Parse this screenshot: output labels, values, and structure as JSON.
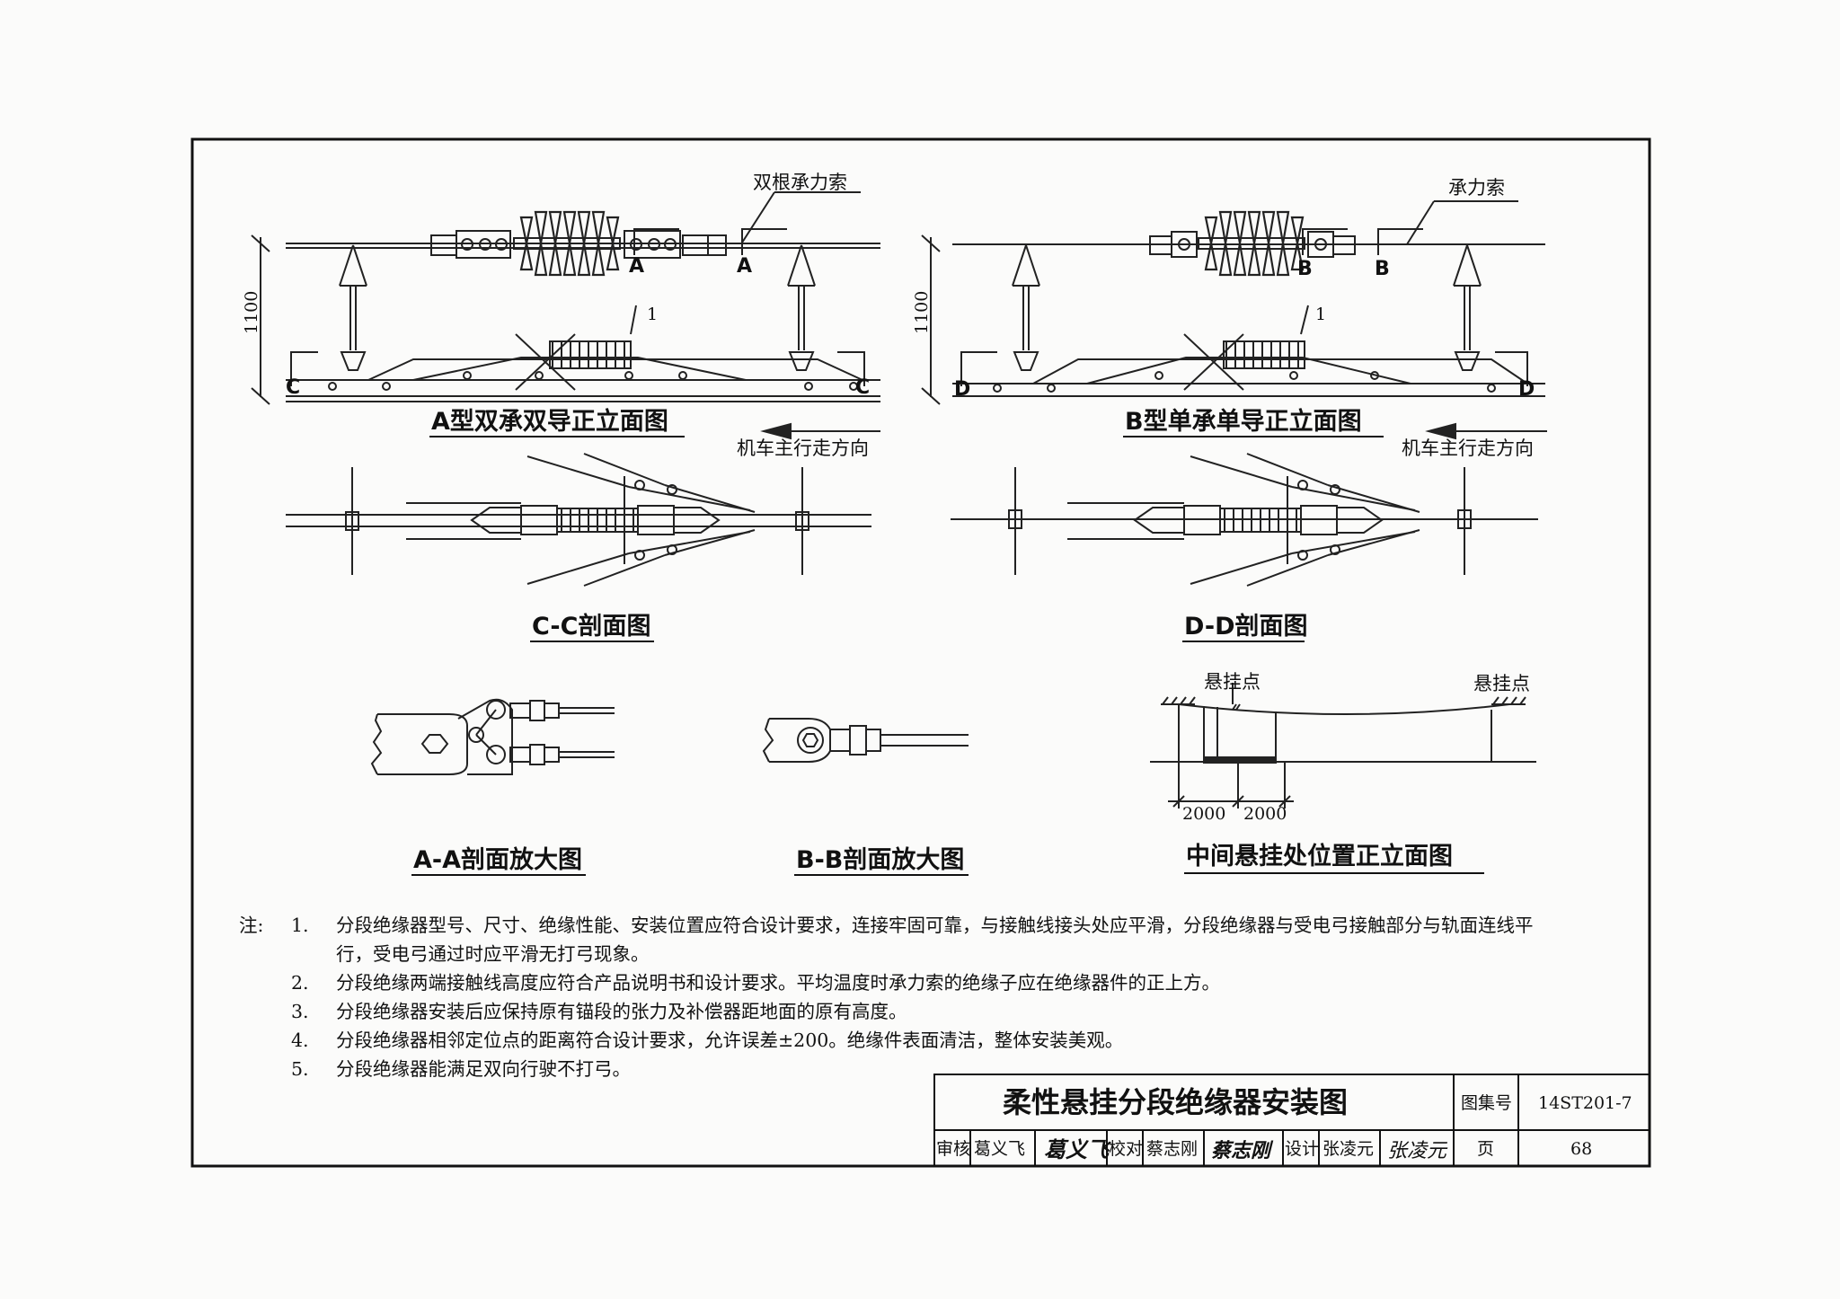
{
  "views": {
    "a_elevation": {
      "title": "A型双承双导正立面图",
      "cable_label": "双根承力索",
      "dim": "1100",
      "part_no": "1",
      "sec_mark": "A",
      "sec_c": "C",
      "direction": "机车主行走方向"
    },
    "b_elevation": {
      "title": "B型单承单导正立面图",
      "cable_label": "承力索",
      "dim": "1100",
      "part_no": "1",
      "sec_mark": "B",
      "sec_d": "D",
      "direction": "机车主行走方向"
    },
    "cc_title": "C-C剖面图",
    "dd_title": "D-D剖面图",
    "aa_title": "A-A剖面放大图",
    "bb_title": "B-B剖面放大图",
    "middle": {
      "title": "中间悬挂处位置正立面图",
      "point_left": "悬挂点",
      "point_right": "悬挂点",
      "dim_left": "2000",
      "dim_right": "2000"
    }
  },
  "notes": {
    "heading": "注:",
    "items": [
      {
        "num": "1.",
        "text": "分段绝缘器型号、尺寸、绝缘性能、安装位置应符合设计要求，连接牢固可靠，与接触线接头处应平滑，分段绝缘器与受电弓接触部分与轨面连线平行，受电弓通过时应平滑无打弓现象。"
      },
      {
        "num": "2.",
        "text": "分段绝缘两端接触线高度应符合产品说明书和设计要求。平均温度时承力索的绝缘子应在绝缘器件的正上方。"
      },
      {
        "num": "3.",
        "text": "分段绝缘器安装后应保持原有锚段的张力及补偿器距地面的原有高度。"
      },
      {
        "num": "4.",
        "text": "分段绝缘器相邻定位点的距离符合设计要求，允许误差±200。绝缘件表面清洁，整体安装美观。"
      },
      {
        "num": "5.",
        "text": "分段绝缘器能满足双向行驶不打弓。"
      }
    ]
  },
  "title_block": {
    "drawing_title": "柔性悬挂分段绝缘器安装图",
    "atlas_label": "图集号",
    "atlas_no": "14ST201-7",
    "review_label": "审核",
    "reviewer": "葛义飞",
    "check_label": "校对",
    "checker": "蔡志刚",
    "design_label": "设计",
    "designer": "张凌元",
    "page_label": "页",
    "page_no": "68",
    "signatures": [
      "葛义飞",
      "蔡志刚",
      "张凌元"
    ]
  }
}
